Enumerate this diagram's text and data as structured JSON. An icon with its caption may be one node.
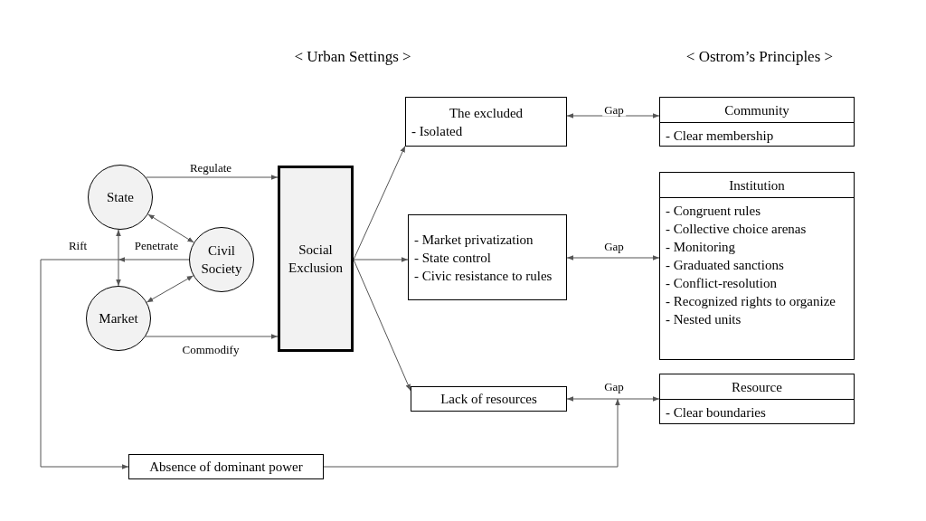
{
  "diagram": {
    "nodes": [
      {
        "text": [
          "State"
        ]
      },
      {
        "text": [
          "Civil Society"
        ]
      },
      {
        "text": [
          "Market"
        ]
      },
      {
        "text": [
          "Social Exclusion"
        ]
      },
      {
        "text": [
          "The excluded",
          "- Isolated"
        ]
      },
      {
        "text": [
          "- Market privatization",
          "- State control",
          "- Civic resistance to rules"
        ]
      },
      {
        "text": [
          "Lack of resources"
        ]
      },
      {
        "text": [
          "Community",
          "- Clear membership"
        ]
      },
      {
        "text": [
          "Institution",
          "- Congruent rules",
          "- Collective choice arenas",
          "- Monitoring",
          "- Graduated sanctions",
          "- Conflict-resolution",
          "- Recognized rights to organize",
          "- Nested units"
        ]
      },
      {
        "text": [
          "Resource",
          "- Clear boundaries"
        ]
      },
      {
        "text": [
          "Absence of dominant power"
        ]
      }
    ],
    "edges": [
      {
        "from": 0,
        "to": 3,
        "arrow": "to",
        "label": "Regulate"
      },
      {
        "from": 2,
        "to": 3,
        "arrow": "to",
        "label": "Commodify"
      },
      {
        "from": 0,
        "to": 1,
        "arrow": "both"
      },
      {
        "from": 2,
        "to": 1,
        "arrow": "both"
      },
      {
        "from": 0,
        "to": 2,
        "arrow": "both"
      },
      {
        "from": 1,
        "to": null,
        "arrow": "to",
        "label": "Penetrate"
      },
      {
        "from": null,
        "to": 10,
        "arrow": "to",
        "label": "Rift"
      },
      {
        "from": 3,
        "to": 4,
        "arrow": "to"
      },
      {
        "from": 3,
        "to": 5,
        "arrow": "to"
      },
      {
        "from": 3,
        "to": 6,
        "arrow": "to"
      },
      {
        "from": 4,
        "to": 7,
        "arrow": "both",
        "label": "Gap"
      },
      {
        "from": 5,
        "to": 8,
        "arrow": "both",
        "label": "Gap"
      },
      {
        "from": 6,
        "to": 9,
        "arrow": "both",
        "label": "Gap"
      },
      {
        "from": 10,
        "to": null,
        "arrow": "to"
      }
    ],
    "labels": [
      "< Urban Settings >",
      "< Ostrom’s Principles >"
    ]
  }
}
